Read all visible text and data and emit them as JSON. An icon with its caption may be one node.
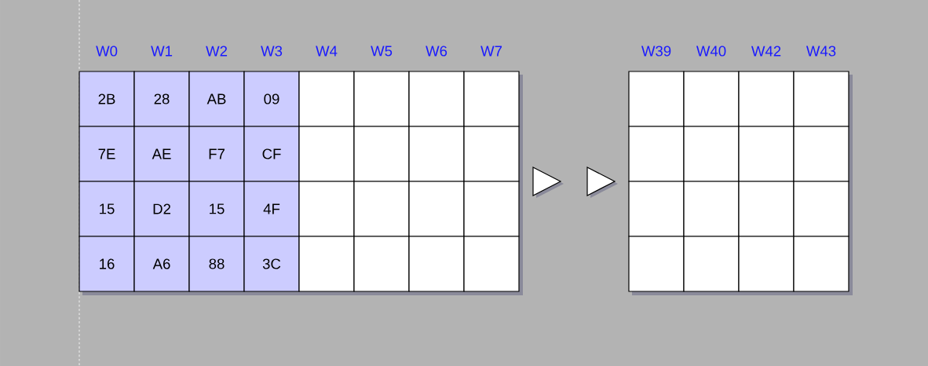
{
  "diagram": {
    "labels": [
      "W0",
      "W1",
      "W2",
      "W3",
      "W4",
      "W5",
      "W6",
      "W7",
      "2B",
      "28",
      "AB",
      "09",
      "7E",
      "AE",
      "F7",
      "CF",
      "15",
      "D2",
      "15",
      "4F",
      "16",
      "A6",
      "88",
      "3C",
      "W39",
      "W40",
      "W42",
      "W43"
    ]
  }
}
